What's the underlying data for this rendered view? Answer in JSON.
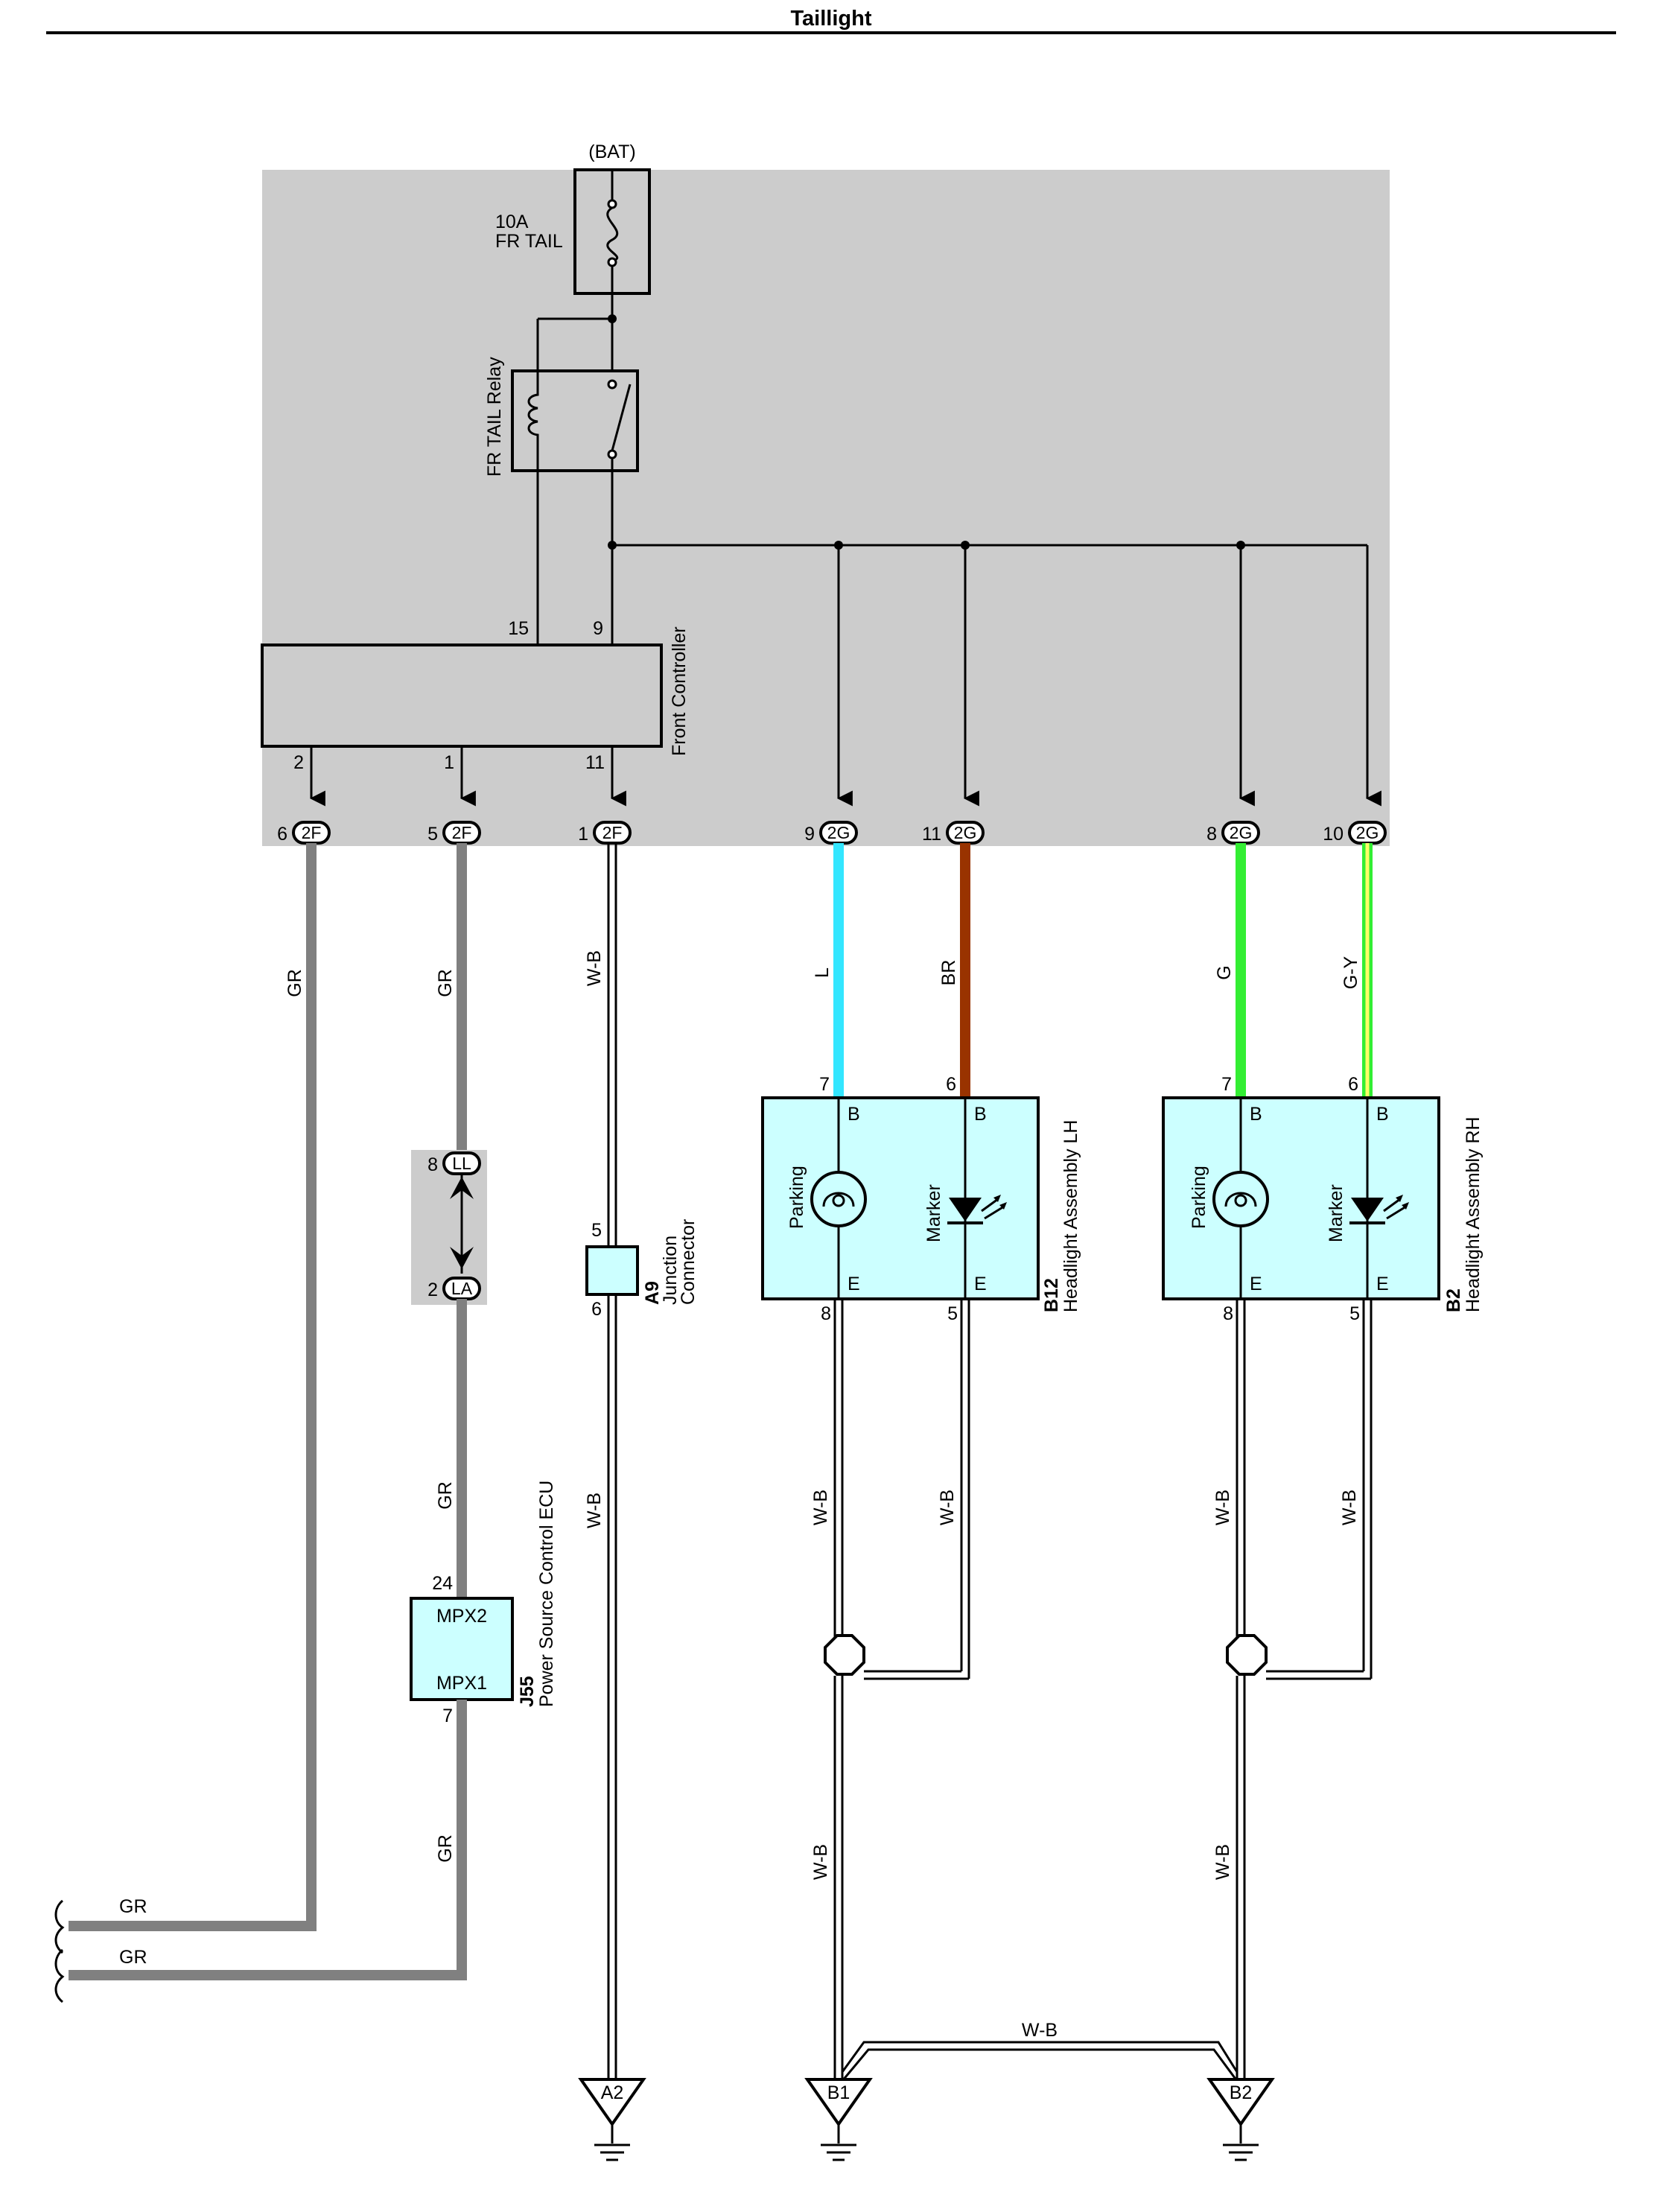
{
  "title": "Taillight",
  "colors": {
    "panel": "#cccccc",
    "component_fill": "#ccffff",
    "wire_gr": "#808080",
    "wire_l": "#33e6ff",
    "wire_br": "#993300",
    "wire_g": "#33ee33",
    "wire_gy_stripe": "#ffff66"
  },
  "fuse": {
    "source": "(BAT)",
    "rating": "10A",
    "name": "FR TAIL"
  },
  "relay": {
    "name": "FR TAIL Relay"
  },
  "front_controller": {
    "name": "Front Controller",
    "pins": {
      "top_left": "15",
      "top_right": "9",
      "bottom_1": "2",
      "bottom_2": "1",
      "bottom_3": "11"
    }
  },
  "connectors": {
    "c1": {
      "pin": "6",
      "code": "2F"
    },
    "c2": {
      "pin": "5",
      "code": "2F"
    },
    "c3": {
      "pin": "1",
      "code": "2F"
    },
    "c4": {
      "pin": "9",
      "code": "2G"
    },
    "c5": {
      "pin": "11",
      "code": "2G"
    },
    "c6": {
      "pin": "8",
      "code": "2G"
    },
    "c7": {
      "pin": "10",
      "code": "2G"
    },
    "ll": {
      "pin": "8",
      "code": "LL"
    },
    "la": {
      "pin": "2",
      "code": "LA"
    }
  },
  "wires": {
    "gr1": "GR",
    "gr2": "GR",
    "wb_main": "W-B",
    "l": "L",
    "br": "BR",
    "g": "G",
    "gy": "G-Y",
    "gr3": "GR",
    "wb_a9": "W-B",
    "wb_lh_p": "W-B",
    "wb_lh_m": "W-B",
    "wb_rh_p": "W-B",
    "wb_rh_m": "W-B",
    "gr4": "GR",
    "wb_lh_low": "W-B",
    "wb_rh_low": "W-B",
    "gr_out1": "GR",
    "gr_out2": "GR",
    "wb_bridge": "W-B"
  },
  "junction_a9": {
    "code": "A9",
    "name_1": "Junction",
    "name_2": "Connector",
    "pin_top": "5",
    "pin_bottom": "6"
  },
  "ecu_j55": {
    "code": "J55",
    "name": "Power Source Control ECU",
    "pin_top": "24",
    "pin_bottom": "7",
    "label_1": "MPX2",
    "label_2": "MPX1"
  },
  "headlight_lh": {
    "code": "B12",
    "name": "Headlight Assembly LH",
    "pin_in_1": "7",
    "pin_in_2": "6",
    "pin_out_1": "8",
    "pin_out_2": "5",
    "b1": "B",
    "b2": "B",
    "e1": "E",
    "e2": "E",
    "lamp_1": "Parking",
    "lamp_2": "Marker"
  },
  "headlight_rh": {
    "code": "B2",
    "name": "Headlight Assembly RH",
    "pin_in_1": "7",
    "pin_in_2": "6",
    "pin_out_1": "8",
    "pin_out_2": "5",
    "b1": "B",
    "b2": "B",
    "e1": "E",
    "e2": "E",
    "lamp_1": "Parking",
    "lamp_2": "Marker"
  },
  "grounds": {
    "g1": "A2",
    "g2": "B1",
    "g3": "B2"
  }
}
